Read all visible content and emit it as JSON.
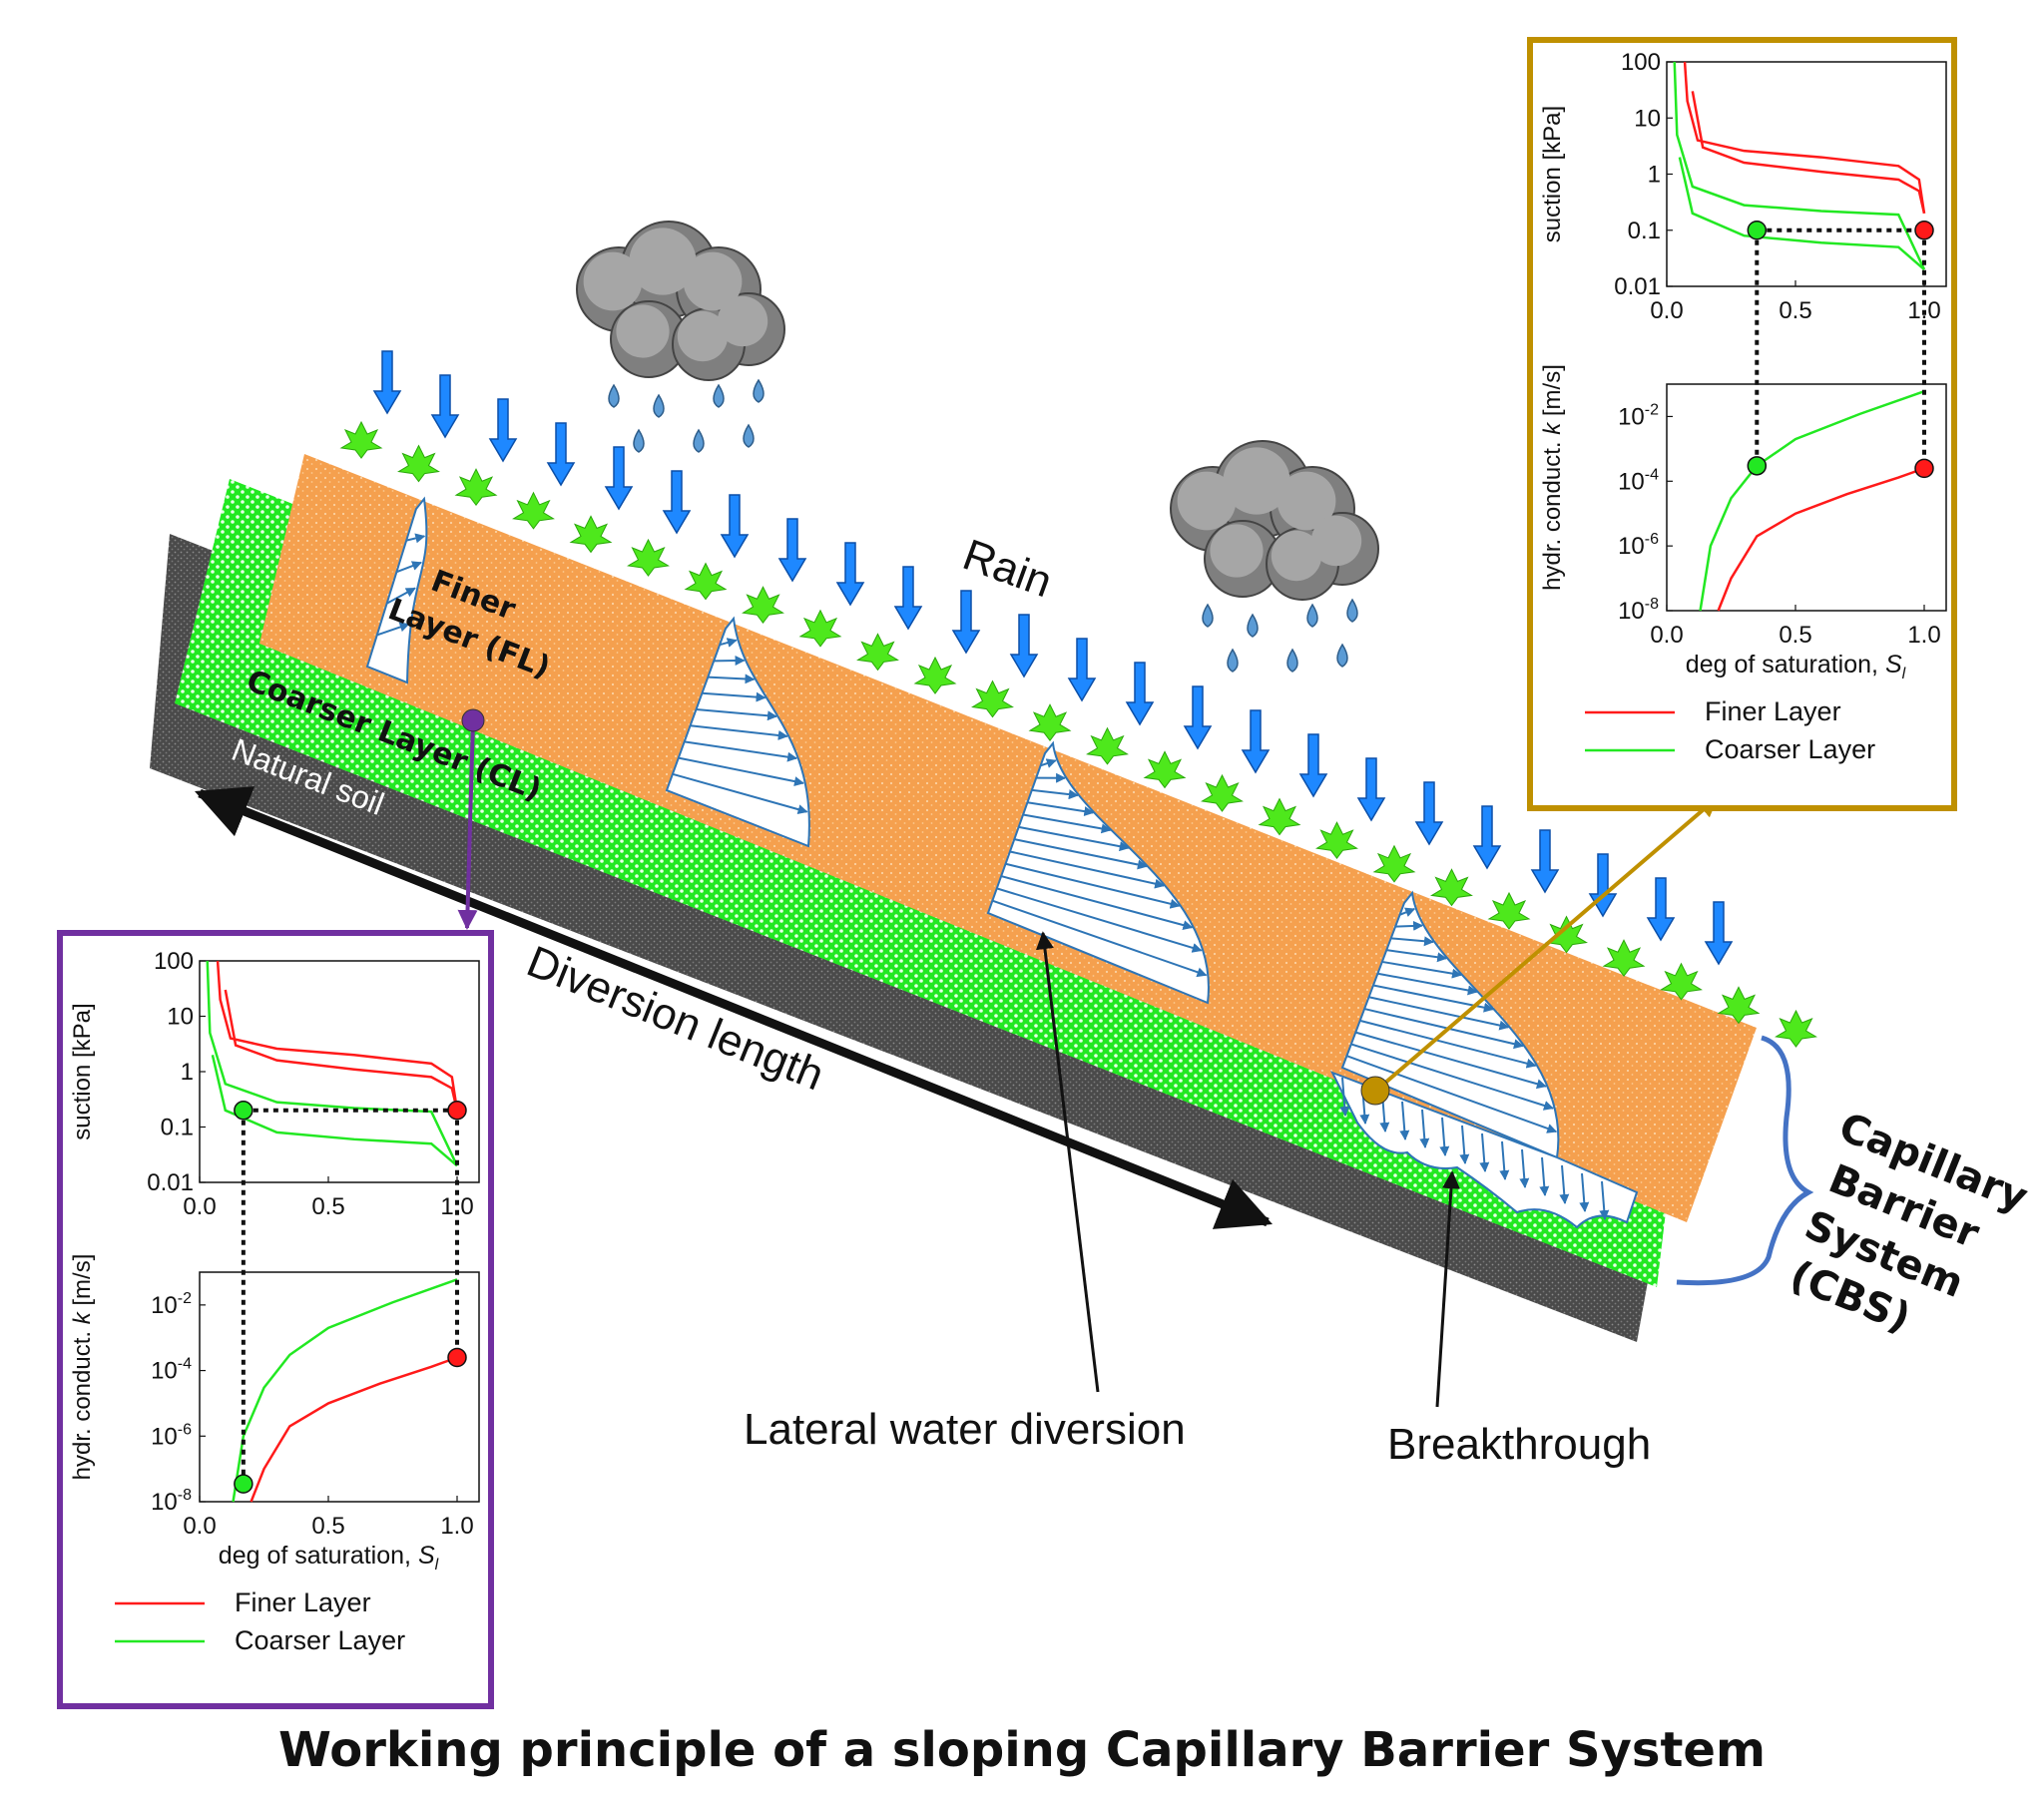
{
  "diagram": {
    "caption": "Working principle of a sloping Capillary Barrier System",
    "labels": {
      "rain": "Rain",
      "finer_layer_line1": "Finer",
      "finer_layer_line2": "Layer (FL)",
      "coarser_layer": "Coarser Layer (CL)",
      "natural_soil": "Natural soil",
      "diversion_length": "Diversion length",
      "lateral_diversion": "Lateral water diversion",
      "breakthrough": "Breakthrough",
      "cbs_line1": "Capillary",
      "cbs_line2": "Barrier",
      "cbs_line3": "System",
      "cbs_line4": "(CBS)"
    },
    "colors": {
      "finer_layer": "#f5a04e",
      "coarser_layer": "#22e822",
      "natural_soil": "#505050",
      "rain_arrow": "#1e88ff",
      "vegetation": "#4ee81c",
      "inset_left_frame": "#7030a0",
      "inset_right_frame": "#bf9000",
      "brace": "#4472c4",
      "flow_arrows": "#2e75b6"
    }
  },
  "inset_left": {
    "suction_ylabel": "suction [kPa]",
    "suction_ticks": [
      "100",
      "10",
      "1",
      "0.1",
      "0.01"
    ],
    "x_ticks": [
      "0.0",
      "0.5",
      "1.0"
    ],
    "k_ylabel_prefix": "hydr. conduct. ",
    "k_ylabel_var": "k",
    "k_ylabel_unit": " [m/s]",
    "k_ticks": [
      {
        "base": "10",
        "exp": "-2"
      },
      {
        "base": "10",
        "exp": "-4"
      },
      {
        "base": "10",
        "exp": "-6"
      },
      {
        "base": "10",
        "exp": "-8"
      }
    ],
    "xlabel_prefix": "deg of saturation, ",
    "xlabel_var": "S",
    "xlabel_sub": "l",
    "legend": [
      "Finer Layer",
      "Coarser Layer"
    ],
    "marker_suction_kpa": 0.2,
    "green_marker_saturation": 0.17
  },
  "inset_right": {
    "suction_ylabel": "suction [kPa]",
    "suction_ticks": [
      "100",
      "10",
      "1",
      "0.1",
      "0.01"
    ],
    "x_ticks": [
      "0.0",
      "0.5",
      "1.0"
    ],
    "k_ylabel_prefix": "hydr. conduct. ",
    "k_ylabel_var": "k",
    "k_ylabel_unit": " [m/s]",
    "k_ticks": [
      {
        "base": "10",
        "exp": "-2"
      },
      {
        "base": "10",
        "exp": "-4"
      },
      {
        "base": "10",
        "exp": "-6"
      },
      {
        "base": "10",
        "exp": "-8"
      }
    ],
    "xlabel_prefix": "deg of saturation, ",
    "xlabel_var": "S",
    "xlabel_sub": "l",
    "legend": [
      "Finer Layer",
      "Coarser Layer"
    ],
    "marker_suction_kpa": 0.1,
    "green_marker_saturation": 0.35
  }
}
